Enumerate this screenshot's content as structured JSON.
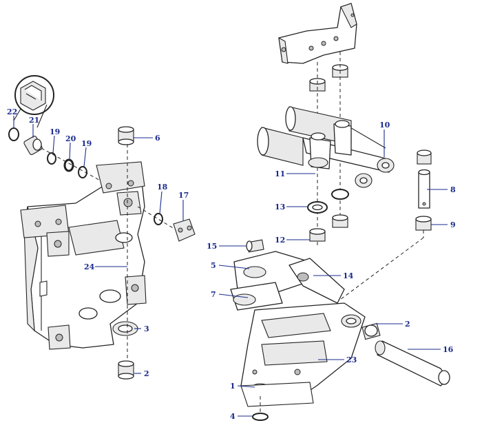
{
  "callouts": [
    {
      "id": "c22",
      "text": "22"
    },
    {
      "id": "c21",
      "text": "21"
    },
    {
      "id": "c19a",
      "text": "19"
    },
    {
      "id": "c20",
      "text": "20"
    },
    {
      "id": "c19b",
      "text": "19"
    },
    {
      "id": "c6",
      "text": "6"
    },
    {
      "id": "c18",
      "text": "18"
    },
    {
      "id": "c17",
      "text": "17"
    },
    {
      "id": "c24",
      "text": "24"
    },
    {
      "id": "c3",
      "text": "3"
    },
    {
      "id": "c2a",
      "text": "2"
    },
    {
      "id": "c10",
      "text": "10"
    },
    {
      "id": "c11",
      "text": "11"
    },
    {
      "id": "c13",
      "text": "13"
    },
    {
      "id": "c12",
      "text": "12"
    },
    {
      "id": "c8",
      "text": "8"
    },
    {
      "id": "c9",
      "text": "9"
    },
    {
      "id": "c15",
      "text": "15"
    },
    {
      "id": "c5",
      "text": "5"
    },
    {
      "id": "c14",
      "text": "14"
    },
    {
      "id": "c7",
      "text": "7"
    },
    {
      "id": "c2b",
      "text": "2"
    },
    {
      "id": "c16",
      "text": "16"
    },
    {
      "id": "c23",
      "text": "23"
    },
    {
      "id": "c1",
      "text": "1"
    },
    {
      "id": "c4",
      "text": "4"
    }
  ],
  "colors": {
    "callout": "#1a2a8c",
    "line": "#222222"
  }
}
